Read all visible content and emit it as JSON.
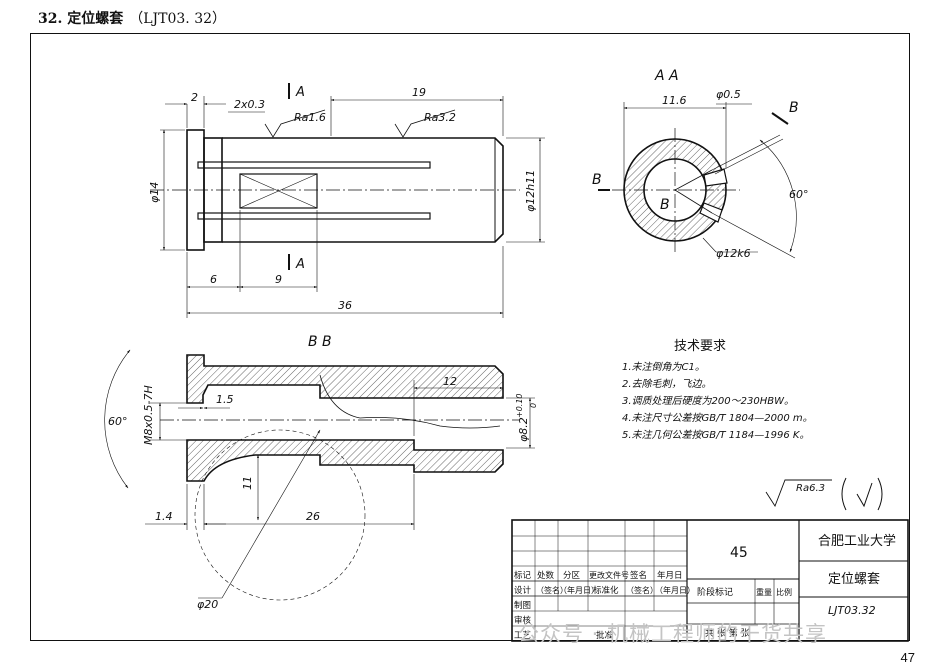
{
  "header": {
    "title": "32. 定位螺套",
    "code": "（LJT03. 32）"
  },
  "page_number": "47",
  "watermark": "公众号 · 机械工程师的干货共享",
  "front_view": {
    "section_a_top": "A",
    "section_a_bottom": "A",
    "dim_2": "2",
    "dim_chamfer": "2x0.3",
    "dim_19": "19",
    "ra1": "Ra1.6",
    "ra2": "Ra3.2",
    "dim_d14": "φ14",
    "dim_d12h11": "φ12h11",
    "dim_6": "6",
    "dim_9": "9",
    "dim_36": "36"
  },
  "section_aa": {
    "title": "A  A",
    "dim_116": "11.6",
    "dim_05": "φ0.5",
    "b_right": "B",
    "b_left": "B",
    "b_center": "B",
    "angle": "60°",
    "dim_d12k6": "φ12k6"
  },
  "section_bb": {
    "title": "B  B",
    "angle": "60°",
    "thread": "M8x0.5-7H",
    "dim_15": "1.5",
    "dim_12": "12",
    "dim_d82": "φ8.2",
    "tol_upper": "+0.10",
    "tol_lower": "0",
    "dim_11": "11",
    "dim_14": "1.4",
    "dim_26": "26",
    "dim_d20": "φ20"
  },
  "tech_requirements": {
    "title": "技术要求",
    "items": [
      "1.未注倒角为C1。",
      "2.去除毛刺，飞边。",
      "3.调质处理后硬度为200～230HBW。",
      "4.未注尺寸公差按GB/T 1804—2000 m。",
      "5.未注几何公差按GB/T 1184—1996 K。"
    ]
  },
  "surface_general": "Ra6.3",
  "title_block": {
    "school": "合肥工业大学",
    "part_name": "定位螺套",
    "drawing_no": "LJT03.32",
    "material": "45",
    "row1": [
      "标记",
      "处数",
      "分区",
      "更改文件号",
      "签名",
      "年月日"
    ],
    "row2": [
      "设计",
      "（签名）",
      "（年月日）",
      "标准化",
      "（签名）",
      "（年月日）"
    ],
    "row3": "制图",
    "row4": "审核",
    "row5": [
      "工艺",
      "批准"
    ],
    "stage": "阶段标记",
    "weight": "重量",
    "scale": "比例",
    "sheets": "共  张  第  张"
  }
}
